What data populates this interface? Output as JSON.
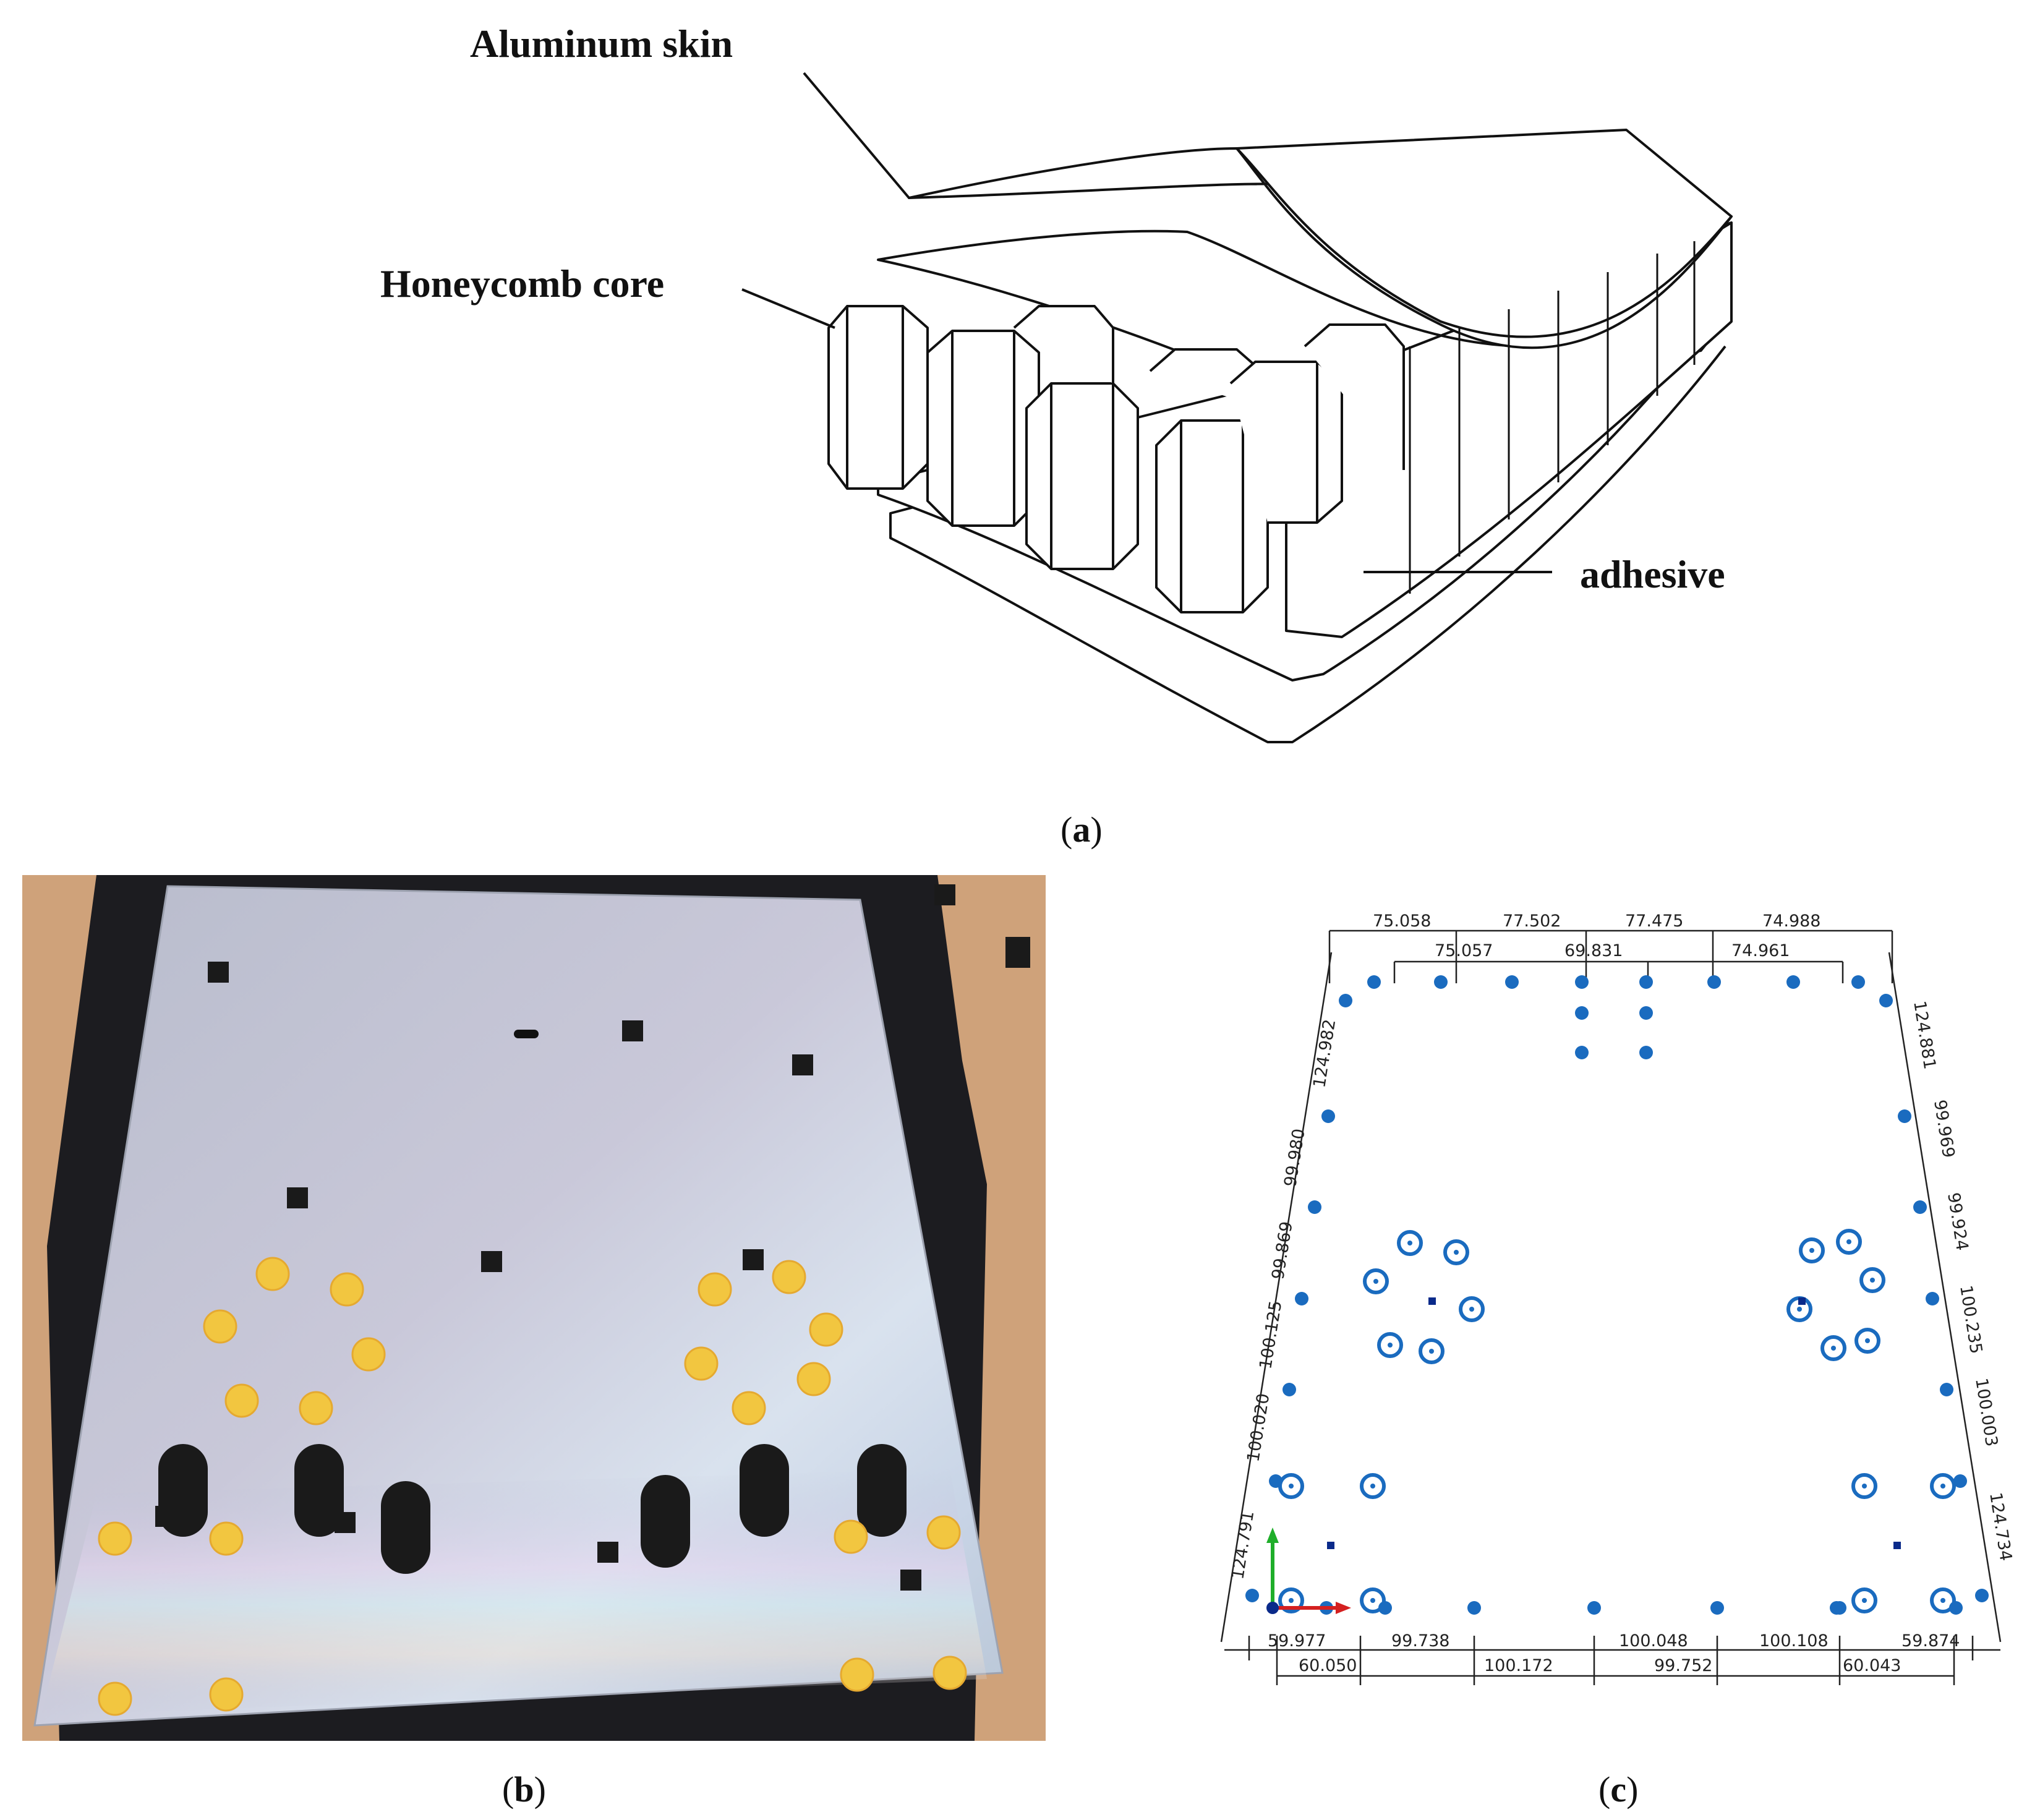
{
  "panel_a": {
    "caption": "a",
    "labels": {
      "skin": "Aluminum skin",
      "core": "Honeycomb core",
      "adhesive": "adhesive"
    }
  },
  "panel_b": {
    "caption": "b"
  },
  "panel_c": {
    "caption": "c",
    "top_dims_outer": [
      "75.058",
      "77.502",
      "77.475",
      "74.988"
    ],
    "top_dims_inner": [
      "75.057",
      "69.831",
      "74.961"
    ],
    "left_dims": [
      "124.982",
      "99.980",
      "99.869",
      "100.125",
      "100.020",
      "124.791"
    ],
    "right_dims": [
      "124.881",
      "99.969",
      "99.924",
      "100.235",
      "100.003",
      "124.734"
    ],
    "bottom_dims_upper": [
      "59.977",
      "99.738",
      "100.048",
      "100.108",
      "59.874"
    ],
    "bottom_dims_lower": [
      "60.050",
      "100.172",
      "99.752",
      "60.043"
    ]
  },
  "colors": {
    "point": "#1a6bbf",
    "axis_x": "#d42020",
    "axis_y": "#1fae2a",
    "axis_origin": "#0a2a8a",
    "tape": "#f5c43c"
  }
}
